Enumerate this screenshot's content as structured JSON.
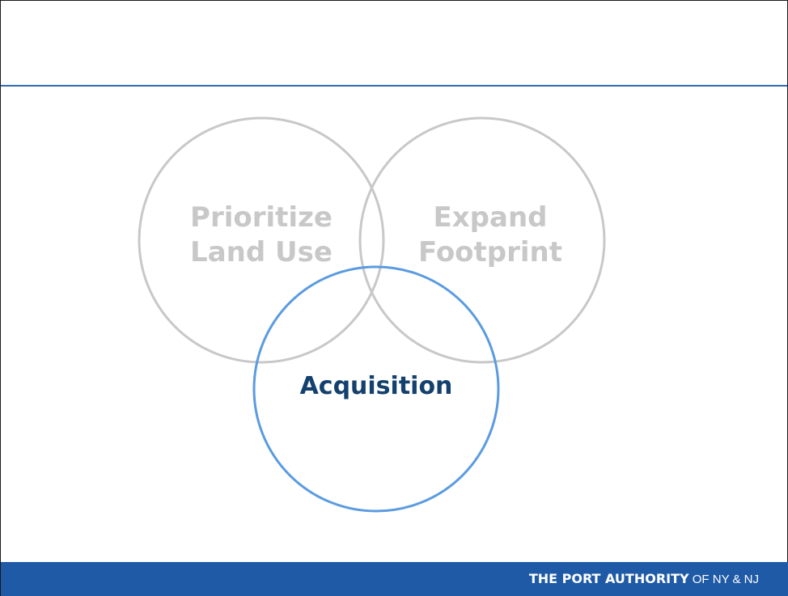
{
  "diagram": {
    "circles": [
      {
        "id": "prioritize",
        "lines": [
          "Prioritize",
          "Land Use"
        ],
        "stroke": "#c8c8c8",
        "text_color": "#c8c8c8"
      },
      {
        "id": "expand",
        "lines": [
          "Expand",
          "Footprint"
        ],
        "stroke": "#c8c8c8",
        "text_color": "#c8c8c8"
      },
      {
        "id": "acquisition",
        "lines": [
          "Acquisition"
        ],
        "stroke": "#5b9be0",
        "text_color": "#14406e"
      }
    ]
  },
  "footer": {
    "brand_bold": "THE PORT AUTHORITY",
    "brand_light": " OF NY & NJ",
    "bar_color": "#1f5aa6"
  },
  "colors": {
    "title_rule": "#2e6db4",
    "frame": "#1a1a1a"
  }
}
